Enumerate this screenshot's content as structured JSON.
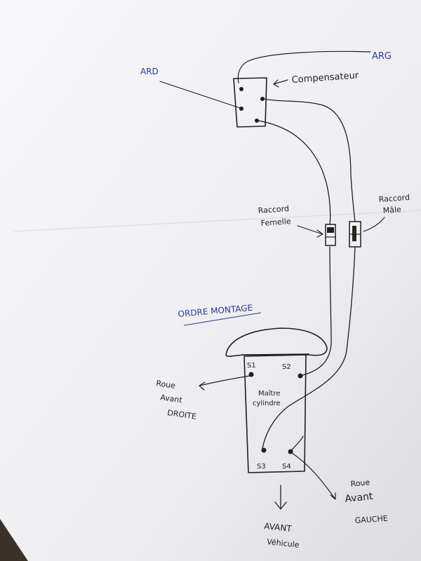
{
  "labels": {
    "compensateur": "Compensateur",
    "arg": "ARG",
    "ard": "ARD",
    "raccord_femelle_line1": "Raccord",
    "raccord_femelle_line2": "Femelle",
    "raccord_male_line1": "Raccord",
    "raccord_male_line2": "Mâle",
    "ordre_montage": "ORDRE MONTAGE",
    "s1": "S1",
    "s2": "S2",
    "s3": "S3",
    "s4": "S4",
    "maitre_cylindre_line1": "Maître",
    "maitre_cylindre_line2": "cylindre",
    "roue_avant_droite_line1": "Roue",
    "roue_avant_droite_line2": "Avant",
    "roue_avant_droite_line3": "DROITE",
    "roue_avant_gauche_line1": "Roue",
    "roue_avant_gauche_line2": "Avant",
    "roue_avant_gauche_line3": "GAUCHE",
    "avant_vehicule_line1": "AVANT",
    "avant_vehicule_line2": "Véhicule"
  },
  "colors": {
    "paper": "#f4f4f6",
    "ink": "#1d1d28",
    "blue_ink": "#2b3a8c",
    "background": "#3a3129"
  }
}
